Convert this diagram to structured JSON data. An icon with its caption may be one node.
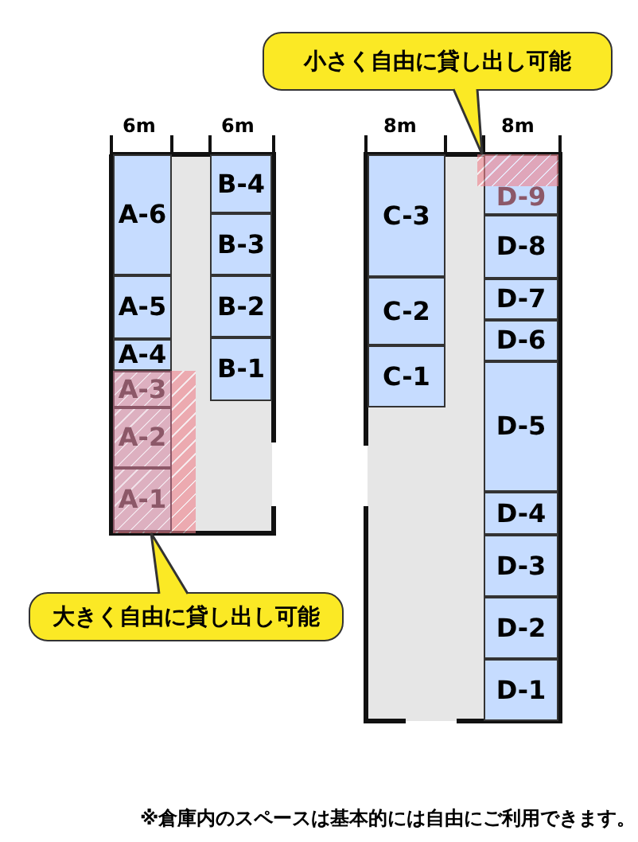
{
  "diagram": {
    "nodes": [
      {
        "text": [
          "小さく自由に貸し出し可能"
        ]
      },
      {
        "text": [
          "A-6"
        ]
      },
      {
        "text": [
          "A-5"
        ]
      },
      {
        "text": [
          "A-4"
        ]
      },
      {
        "text": [
          "A-3"
        ],
        "in": 23
      },
      {
        "text": [
          "A-2"
        ],
        "in": 23
      },
      {
        "text": [
          "A-1"
        ],
        "in": 23
      },
      {
        "text": [
          "B-4"
        ]
      },
      {
        "text": [
          "B-3"
        ]
      },
      {
        "text": [
          "B-2"
        ]
      },
      {
        "text": [
          "B-1"
        ]
      },
      {
        "text": [
          "C-3"
        ]
      },
      {
        "text": [
          "C-2"
        ]
      },
      {
        "text": [
          "C-1"
        ]
      },
      {
        "text": [
          "D-9"
        ]
      },
      {
        "text": [
          "D-8"
        ]
      },
      {
        "text": [
          "D-7"
        ]
      },
      {
        "text": [
          "D-6"
        ]
      },
      {
        "text": [
          "D-5"
        ]
      },
      {
        "text": [
          "D-4"
        ]
      },
      {
        "text": [
          "D-3"
        ]
      },
      {
        "text": [
          "D-2"
        ]
      },
      {
        "text": [
          "D-1"
        ]
      },
      {
        "text": [],
        "shape": "box"
      },
      {
        "text": [],
        "shape": "box"
      },
      {
        "text": [
          "大きく自由に貸し出し可能"
        ]
      }
    ],
    "edges": [
      {
        "from": 0,
        "to": 24,
        "arrow": "to"
      },
      {
        "from": 25,
        "to": 23,
        "arrow": "to"
      }
    ],
    "labels": [
      "6m",
      "6m",
      "8m",
      "8m",
      "※倉庫内のスペースは基本的には自由にご利用できます。"
    ]
  }
}
